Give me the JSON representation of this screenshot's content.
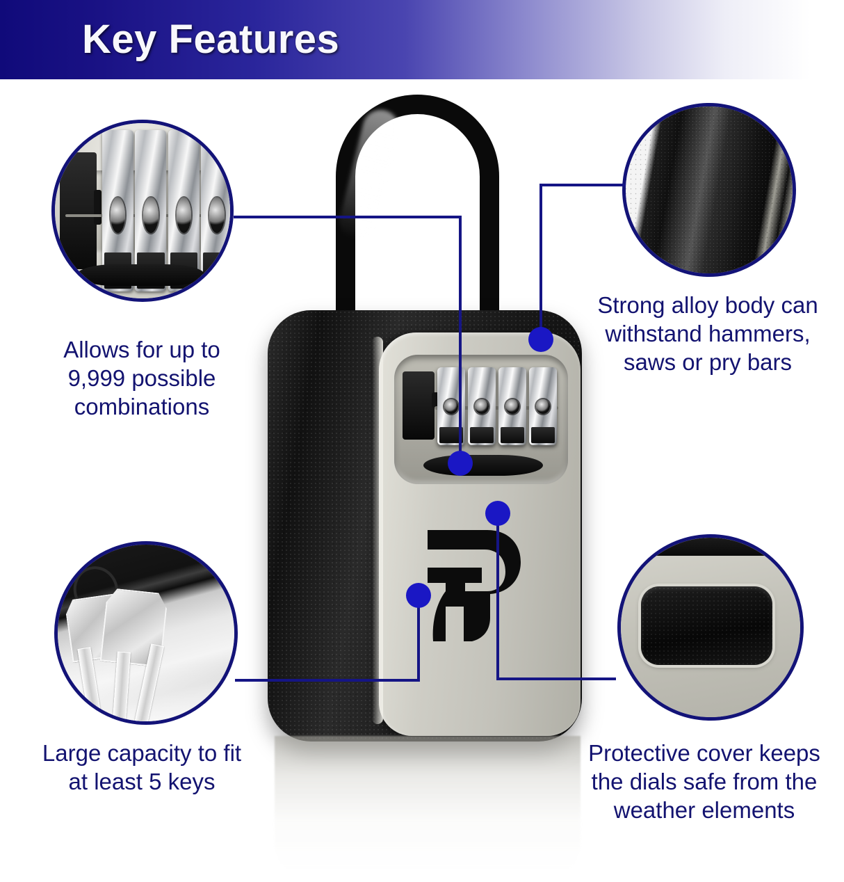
{
  "header": {
    "title": "Key Features",
    "accent_dark": "#100a7a",
    "accent_light": "#ffffff"
  },
  "theme": {
    "text_color": "#131370",
    "ring_color": "#131378",
    "dot_color": "#1a17c4",
    "leader_color": "#151585"
  },
  "product": {
    "name": "combination key lock box",
    "body_color": "#111111",
    "faceplate_color": "#cecdc5",
    "logo_name": "brand-logo-p",
    "dial_count": 4
  },
  "features": [
    {
      "id": "combinations",
      "inset_name": "combination-dials-closeup",
      "caption": "Allows for up to\n9,999 possible\ncombinations",
      "position": "top-left"
    },
    {
      "id": "alloy-body",
      "inset_name": "alloy-body-closeup",
      "caption": "Strong alloy body can\nwithstand hammers,\nsaws or pry bars",
      "position": "top-right"
    },
    {
      "id": "capacity",
      "inset_name": "keys-inside-closeup",
      "caption": "Large capacity to fit\nat least 5 keys",
      "position": "bottom-left"
    },
    {
      "id": "weather-cover",
      "inset_name": "protective-cover-closeup",
      "caption": "Protective cover keeps\nthe dials safe from the\nweather elements",
      "position": "bottom-right"
    }
  ]
}
